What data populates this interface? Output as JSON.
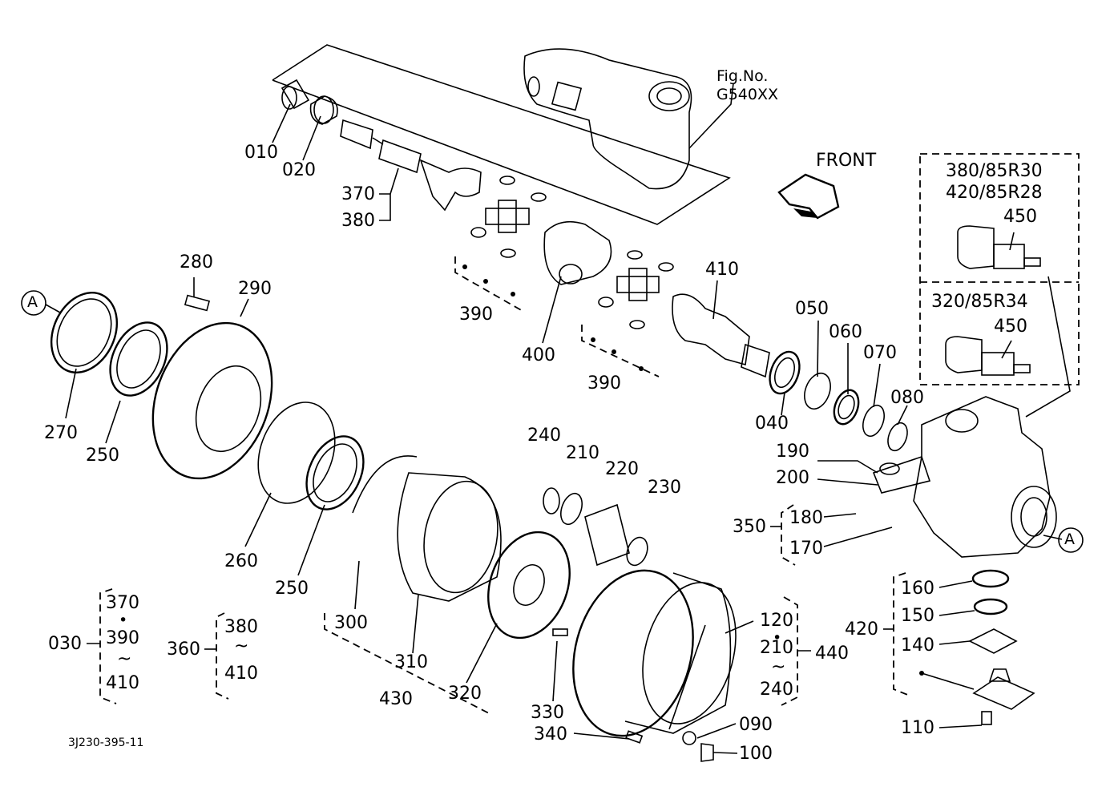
{
  "figure": {
    "drawing_code": "3J230-395-11",
    "fig_ref_line1": "Fig.No.",
    "fig_ref_line2": "G540XX",
    "front_label": "FRONT",
    "circle_marker": "A"
  },
  "inset_box": {
    "top_line1": "380/85R30",
    "top_line2": "420/85R28",
    "top_part": "450",
    "bottom_line1": "320/85R34",
    "bottom_part": "450"
  },
  "callouts": {
    "p010": "010",
    "p020": "020",
    "p370": "370",
    "p380": "380",
    "p390a": "390",
    "p390b": "390",
    "p400": "400",
    "p410": "410",
    "p280": "280",
    "p290": "290",
    "p270": "270",
    "p250a": "250",
    "p250b": "250",
    "p260": "260",
    "p300": "300",
    "p310": "310",
    "p320": "320",
    "p430": "430",
    "p240": "240",
    "p210": "210",
    "p220": "220",
    "p230": "230",
    "p330": "330",
    "p340": "340",
    "p090": "090",
    "p100": "100",
    "p120": "120",
    "p440": "440",
    "p050": "050",
    "p060": "060",
    "p070": "070",
    "p080": "080",
    "p040": "040",
    "p190": "190",
    "p200": "200",
    "p350": "350",
    "p180": "180",
    "p170": "170",
    "p420": "420",
    "p160": "160",
    "p150": "150",
    "p140": "140",
    "p110": "110"
  },
  "groups": {
    "g030_name": "030",
    "g030_a": "370",
    "g030_b": "390",
    "g030_c": "410",
    "g360_name": "360",
    "g360_a": "380",
    "g360_b": "410",
    "g440_a": "210",
    "g440_b": "240",
    "dot": "•",
    "tilde": "~"
  }
}
